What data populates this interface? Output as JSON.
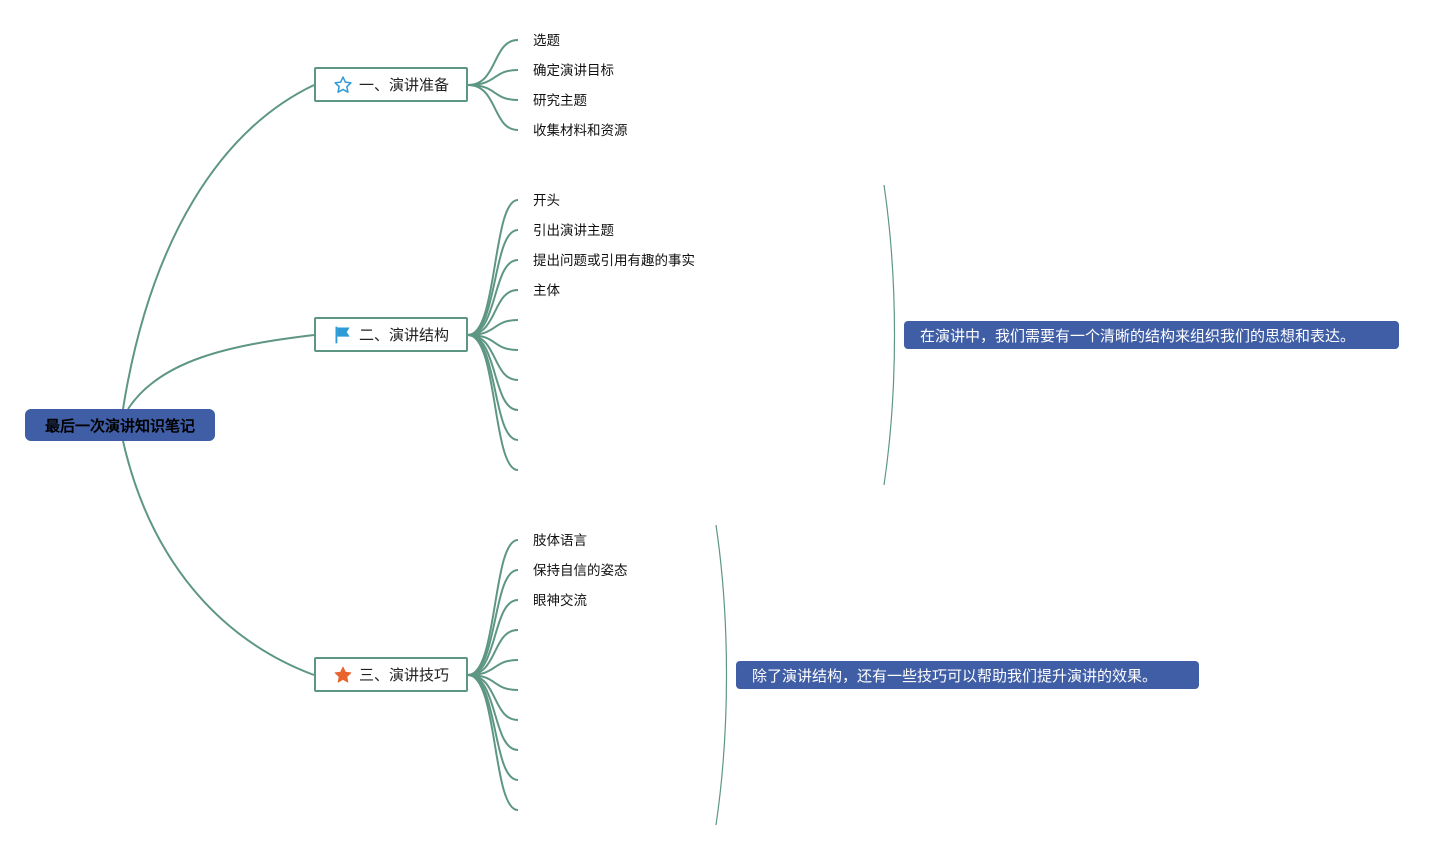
{
  "colors": {
    "root_fill": "#3f5ea5",
    "link": "#5e9684",
    "note_fill": "#3f5ea5",
    "star_outline": "#2f9bd6",
    "flag": "#2f9bd6",
    "star_filled": "#e8642c"
  },
  "root": {
    "title": "最后一次演讲知识笔记"
  },
  "branches": [
    {
      "icon": "star-outline-icon",
      "title": "一、演讲准备",
      "items": [
        "选题",
        "确定演讲目标",
        "研究主题",
        "收集材料和资源"
      ]
    },
    {
      "icon": "flag-icon",
      "title": "二、演讲结构",
      "items": [
        "开头",
        "引出演讲主题",
        "提出问题或引用有趣的事实",
        "主体"
      ],
      "note": "在演讲中，我们需要有一个清晰的结构来组织我们的思想和表达。"
    },
    {
      "icon": "star-filled-icon",
      "title": "三、演讲技巧",
      "items": [
        "肢体语言",
        "保持自信的姿态",
        "眼神交流"
      ],
      "note": "除了演讲结构，还有一些技巧可以帮助我们提升演讲的效果。"
    }
  ]
}
